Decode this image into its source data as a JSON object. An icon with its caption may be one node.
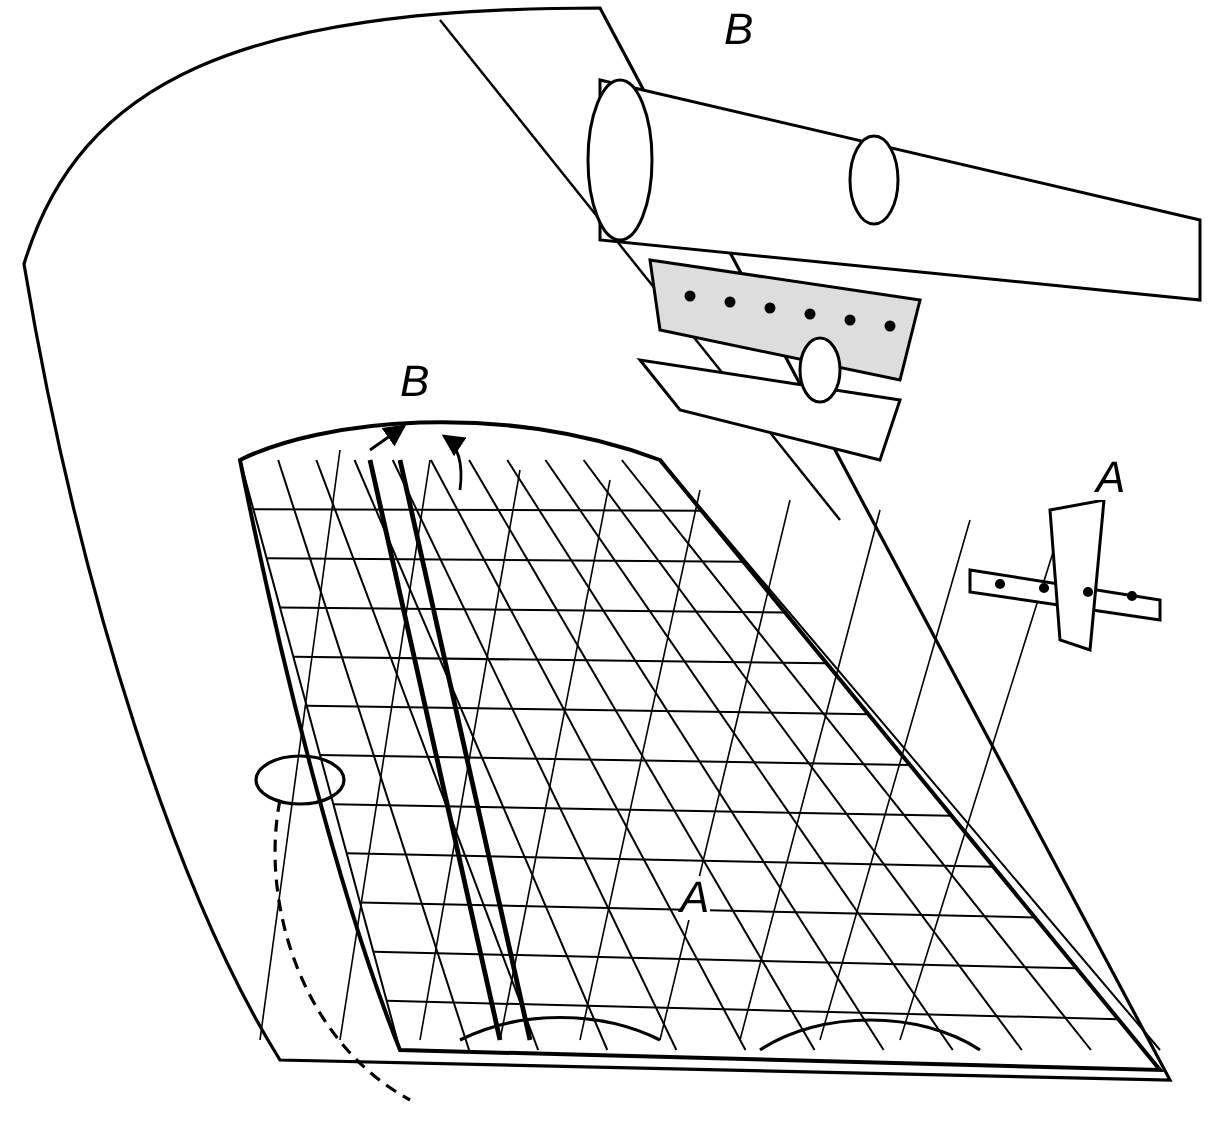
{
  "diagram": {
    "labels": [
      "В",
      "В",
      "А",
      "А"
    ]
  }
}
